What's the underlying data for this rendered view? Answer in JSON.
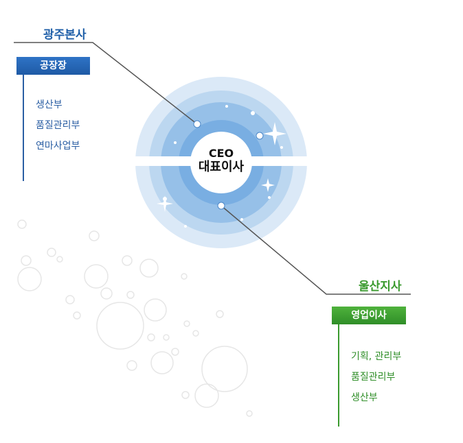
{
  "gwangju": {
    "title": "광주본사",
    "badge": "공장장",
    "items": [
      "생산부",
      "품질관리부",
      "연마사업부"
    ]
  },
  "ulsan": {
    "title": "울산지사",
    "badge": "영업이사",
    "items": [
      "기획, 관리부",
      "품질관리부",
      "생산부"
    ]
  },
  "center": {
    "en": "CEO",
    "ko": "대표이사"
  },
  "colors": {
    "blue": "#1f5fa8",
    "green": "#3a9a2e"
  }
}
